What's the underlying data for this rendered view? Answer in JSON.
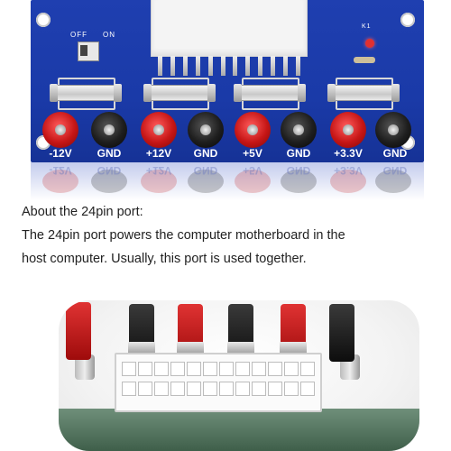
{
  "board": {
    "switch_off": "OFF",
    "switch_on": "ON",
    "led_label": "K1",
    "posts": [
      {
        "label": "-12V",
        "color": "red"
      },
      {
        "label": "GND",
        "color": "black"
      },
      {
        "label": "+12V",
        "color": "red"
      },
      {
        "label": "GND",
        "color": "black"
      },
      {
        "label": "+5V",
        "color": "red"
      },
      {
        "label": "GND",
        "color": "black"
      },
      {
        "label": "+3.3V",
        "color": "red"
      },
      {
        "label": "GND",
        "color": "black"
      }
    ],
    "colors": {
      "pcb": "#1a3aa8",
      "red_post": "#c61616",
      "black_post": "#1e1e1e",
      "led": "#e23030"
    }
  },
  "text": {
    "heading": "About the 24pin port:",
    "line1": "The 24pin port powers the computer motherboard in the",
    "line2": "host computer. Usually, this port is used together."
  }
}
